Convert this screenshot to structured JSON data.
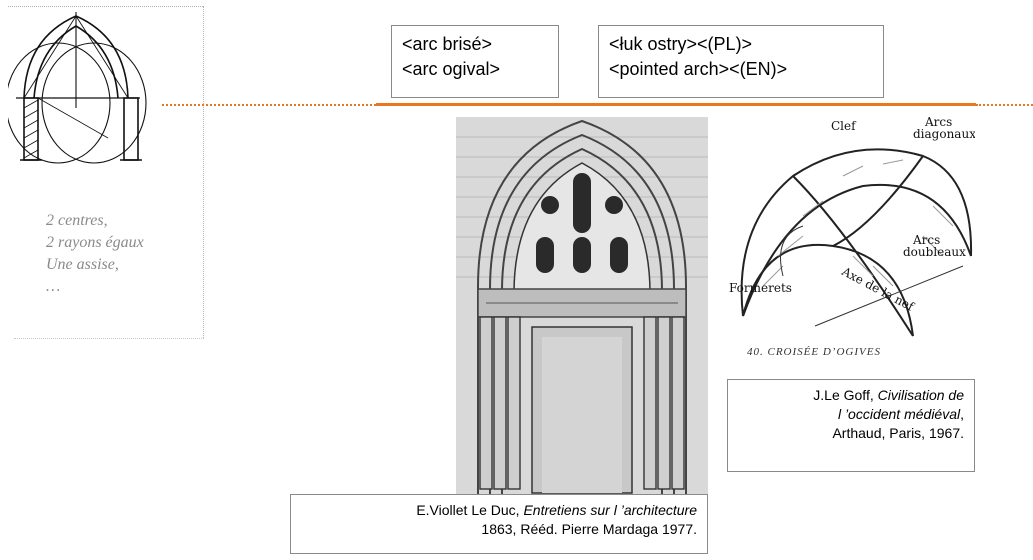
{
  "terms": {
    "fr": {
      "line1": "<arc brisé>",
      "line2": "<arc ogival>"
    },
    "other": {
      "line1": "<łuk ostry><(PL)>",
      "line2": "<pointed arch><(EN)>"
    }
  },
  "construction": {
    "notes": [
      "2 centres,",
      "2 rayons égaux",
      "Une assise,",
      "…"
    ]
  },
  "vault_figure": {
    "labels": {
      "clef": "Clef",
      "arcs_diagonaux_1": "Arcs",
      "arcs_diagonaux_2": "diagonaux",
      "arcs_doubleaux_1": "Arcs",
      "arcs_doubleaux_2": "doubleaux",
      "axe": "Axe de la nef",
      "formerets": "Formerets"
    },
    "title": "40.  CROISÉE D’OGIVES"
  },
  "captions": {
    "goff": {
      "author": "J.Le Goff, ",
      "title_1": "Civilisation de",
      "title_2": "l ’occident médiéval",
      "title_2_tail": ",",
      "publisher": "Arthaud, Paris, 1967."
    },
    "viollet": {
      "author": "E.Viollet Le Duc, ",
      "title": "Entretiens sur l ’architecture",
      "line2": "1863,  Rééd. Pierre Mardaga 1977."
    }
  },
  "colors": {
    "timeline": "#e87722",
    "border": "#8a8a8a",
    "notes": "#8a8a8a"
  }
}
